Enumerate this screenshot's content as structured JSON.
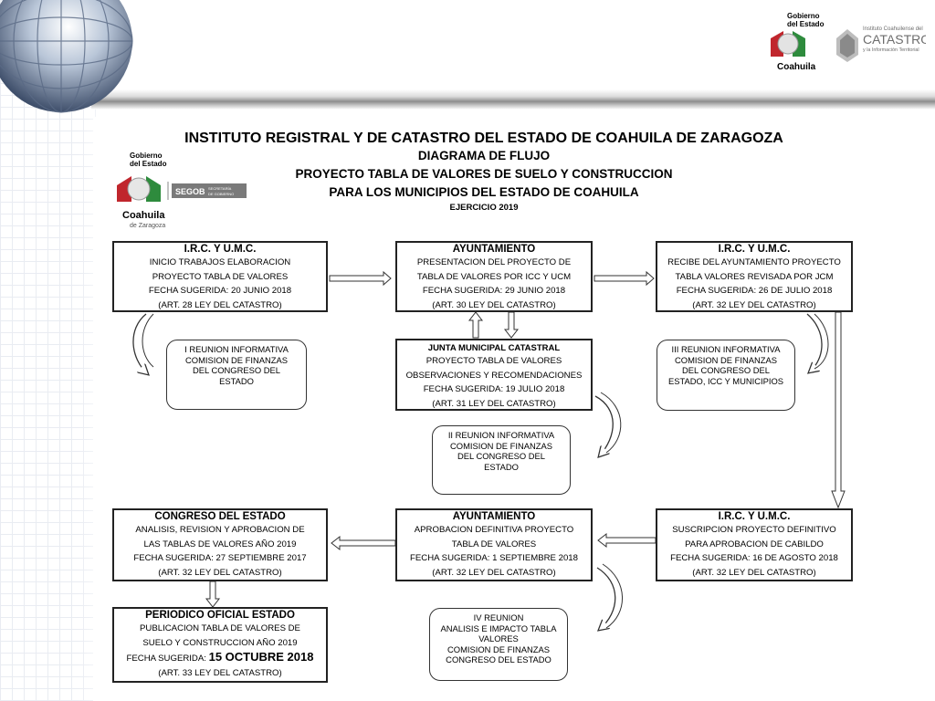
{
  "logos": {
    "gobierno_top_line1": "Gobierno",
    "gobierno_top_line2": "del Estado",
    "gobierno_top_state": "Coahuila",
    "catastro_line1": "Instituto Coahuilense del",
    "catastro_word": "CATASTRO",
    "catastro_line3": "y la Información Territorial",
    "doc_gob_line1": "Gobierno",
    "doc_gob_line2": "del Estado",
    "doc_state": "Coahuila",
    "doc_state_sub": "de Zaragoza",
    "segob": "SEGOB",
    "segob_sub1": "SECRETARÍA",
    "segob_sub2": "DE GOBIERNO"
  },
  "title": {
    "line1": "INSTITUTO REGISTRAL Y DE CATASTRO DEL ESTADO DE COAHUILA DE ZARAGOZA",
    "line2": "DIAGRAMA DE FLUJO",
    "line3": "PROYECTO TABLA DE VALORES DE SUELO Y CONSTRUCCION",
    "line4": "PARA LOS MUNICIPIOS DEL ESTADO DE COAHUILA",
    "line5": "EJERCICIO 2019"
  },
  "boxes": {
    "b1": {
      "head": "I.R.C. Y U.M.C.",
      "l1": "INICIO TRABAJOS ELABORACION",
      "l2": "PROYECTO TABLA DE VALORES",
      "l3": "FECHA SUGERIDA:  20 JUNIO 2018",
      "l4": "(ART. 28  LEY DEL CATASTRO)"
    },
    "b2": {
      "head": "AYUNTAMIENTO",
      "l1": "PRESENTACION DEL PROYECTO DE",
      "l2": "TABLA DE VALORES POR ICC Y UCM",
      "l3": "FECHA SUGERIDA:    29 JUNIO 2018",
      "l4": "(ART. 30 LEY DEL CATASTRO)"
    },
    "b3": {
      "head": "I.R.C. Y U.M.C.",
      "l1": "RECIBE DEL AYUNTAMIENTO PROYECTO",
      "l2": "TABLA  VALORES REVISADA POR JCM",
      "l3": "FECHA SUGERIDA:    26 DE JULIO 2018",
      "l4": "(ART. 32 LEY DEL CATASTRO)"
    },
    "b4": {
      "head": "JUNTA MUNICIPAL CATASTRAL",
      "l1": "PROYECTO TABLA DE VALORES",
      "l2": "OBSERVACIONES Y RECOMENDACIONES",
      "l3": "FECHA SUGERIDA: 19 JULIO 2018",
      "l4": "(ART. 31 LEY DEL CATASTRO)"
    },
    "b5": {
      "head": "CONGRESO DEL ESTADO",
      "l1": "ANALISIS, REVISION Y APROBACION DE",
      "l2": "LAS TABLAS DE VALORES AÑO 2019",
      "l3": "FECHA SUGERIDA: 27 SEPTIEMBRE 2017",
      "l4": "(ART. 32 LEY DEL CATASTRO)"
    },
    "b6": {
      "head": "AYUNTAMIENTO",
      "l1": "APROBACION DEFINITIVA PROYECTO",
      "l2": "TABLA DE VALORES",
      "l3": "FECHA SUGERIDA: 1 SEPTIEMBRE 2018",
      "l4": "(ART. 32 LEY DEL CATASTRO)"
    },
    "b7": {
      "head": "I.R.C. Y U.M.C.",
      "l1": "SUSCRIPCION PROYECTO DEFINITIVO",
      "l2": "PARA APROBACION DE CABILDO",
      "l3": "FECHA SUGERIDA: 16 DE AGOSTO 2018",
      "l4": "(ART. 32 LEY DEL CATASTRO)"
    },
    "b8": {
      "head": "PERIODICO OFICIAL ESTADO",
      "l1": "PUBLICACION TABLA DE VALORES DE",
      "l2": "SUELO Y CONSTRUCCION AÑO 2019",
      "l3_prefix": "FECHA SUGERIDA: ",
      "l3_big": "15 OCTUBRE 2018",
      "l4": "(ART. 33 LEY DEL CATASTRO)"
    }
  },
  "bubbles": {
    "r1": {
      "l1": "I REUNION INFORMATIVA",
      "l2": "COMISION DE FINANZAS",
      "l3": "DEL CONGRESO DEL",
      "l4": "ESTADO"
    },
    "r2": {
      "l1": "II REUNION INFORMATIVA",
      "l2": "COMISION DE FINANZAS",
      "l3": "DEL CONGRESO DEL",
      "l4": "ESTADO"
    },
    "r3": {
      "l1": "III REUNION INFORMATIVA",
      "l2": "COMISION DE FINANZAS",
      "l3": "DEL CONGRESO DEL",
      "l4": "ESTADO, ICC Y MUNICIPIOS"
    },
    "r4": {
      "l1": "IV REUNION",
      "l2": "ANALISIS E IMPACTO TABLA",
      "l3": "VALORES",
      "l4": "COMISION DE FINANZAS",
      "l5": "CONGRESO DEL ESTADO"
    }
  },
  "colors": {
    "logo_green": "#2e8b3d",
    "logo_red": "#c0262d",
    "segob_gray": "#7a7a7a",
    "catastro_gray": "#6d6d6d"
  }
}
